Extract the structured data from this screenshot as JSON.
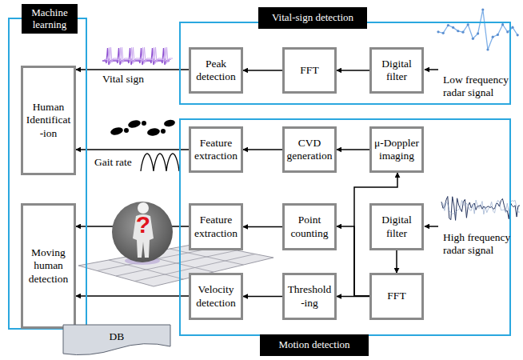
{
  "diagram": {
    "nodes": [
      {
        "text": [
          "Machine learning"
        ]
      },
      {
        "text": [
          "Human Identificat -ion"
        ],
        "in": 0
      },
      {
        "text": [
          "Moving human detection"
        ],
        "in": 0
      },
      {
        "text": [
          "Vital-sign detection"
        ]
      },
      {
        "text": [
          "Peak detection"
        ],
        "in": 3
      },
      {
        "text": [
          "FFT"
        ],
        "in": 3
      },
      {
        "text": [
          "Digital filter"
        ],
        "in": 3
      },
      {
        "text": [
          "Motion detection"
        ]
      },
      {
        "text": [
          "Feature extraction"
        ],
        "in": 7
      },
      {
        "text": [
          "CVD generation"
        ],
        "in": 7
      },
      {
        "text": [
          "μ-Doppler imaging"
        ],
        "in": 7
      },
      {
        "text": [
          "Feature extraction"
        ],
        "in": 7
      },
      {
        "text": [
          "Point counting"
        ],
        "in": 7
      },
      {
        "text": [
          "Digital filter"
        ],
        "in": 7
      },
      {
        "text": [
          "Velocity detection"
        ],
        "in": 7
      },
      {
        "text": [
          "Threshold -ing"
        ],
        "in": 7
      },
      {
        "text": [
          "FFT"
        ],
        "in": 7
      },
      {
        "text": [
          "DB"
        ]
      }
    ],
    "edges": [
      {
        "from": 6,
        "to": 5,
        "arrow": "to"
      },
      {
        "from": 5,
        "to": 4,
        "arrow": "to"
      },
      {
        "from": 4,
        "to": 1,
        "arrow": "to"
      },
      {
        "from": 10,
        "to": 9,
        "arrow": "to"
      },
      {
        "from": 9,
        "to": 8,
        "arrow": "to"
      },
      {
        "from": 8,
        "to": 1,
        "arrow": "to"
      },
      {
        "from": 13,
        "to": 16,
        "arrow": "to"
      },
      {
        "from": 16,
        "to": 15,
        "arrow": "to"
      },
      {
        "from": 16,
        "to": 12,
        "arrow": "to"
      },
      {
        "from": 16,
        "to": 10,
        "arrow": "to"
      },
      {
        "from": 15,
        "to": 14,
        "arrow": "to"
      },
      {
        "from": 14,
        "to": 2,
        "arrow": "to"
      },
      {
        "from": 12,
        "to": 11,
        "arrow": "to"
      },
      {
        "from": 11,
        "to": 2,
        "arrow": "to"
      }
    ],
    "labels": [
      "Vital sign",
      "Gait rate",
      "?",
      "Low frequency radar signal",
      "High frequency radar signal"
    ]
  }
}
